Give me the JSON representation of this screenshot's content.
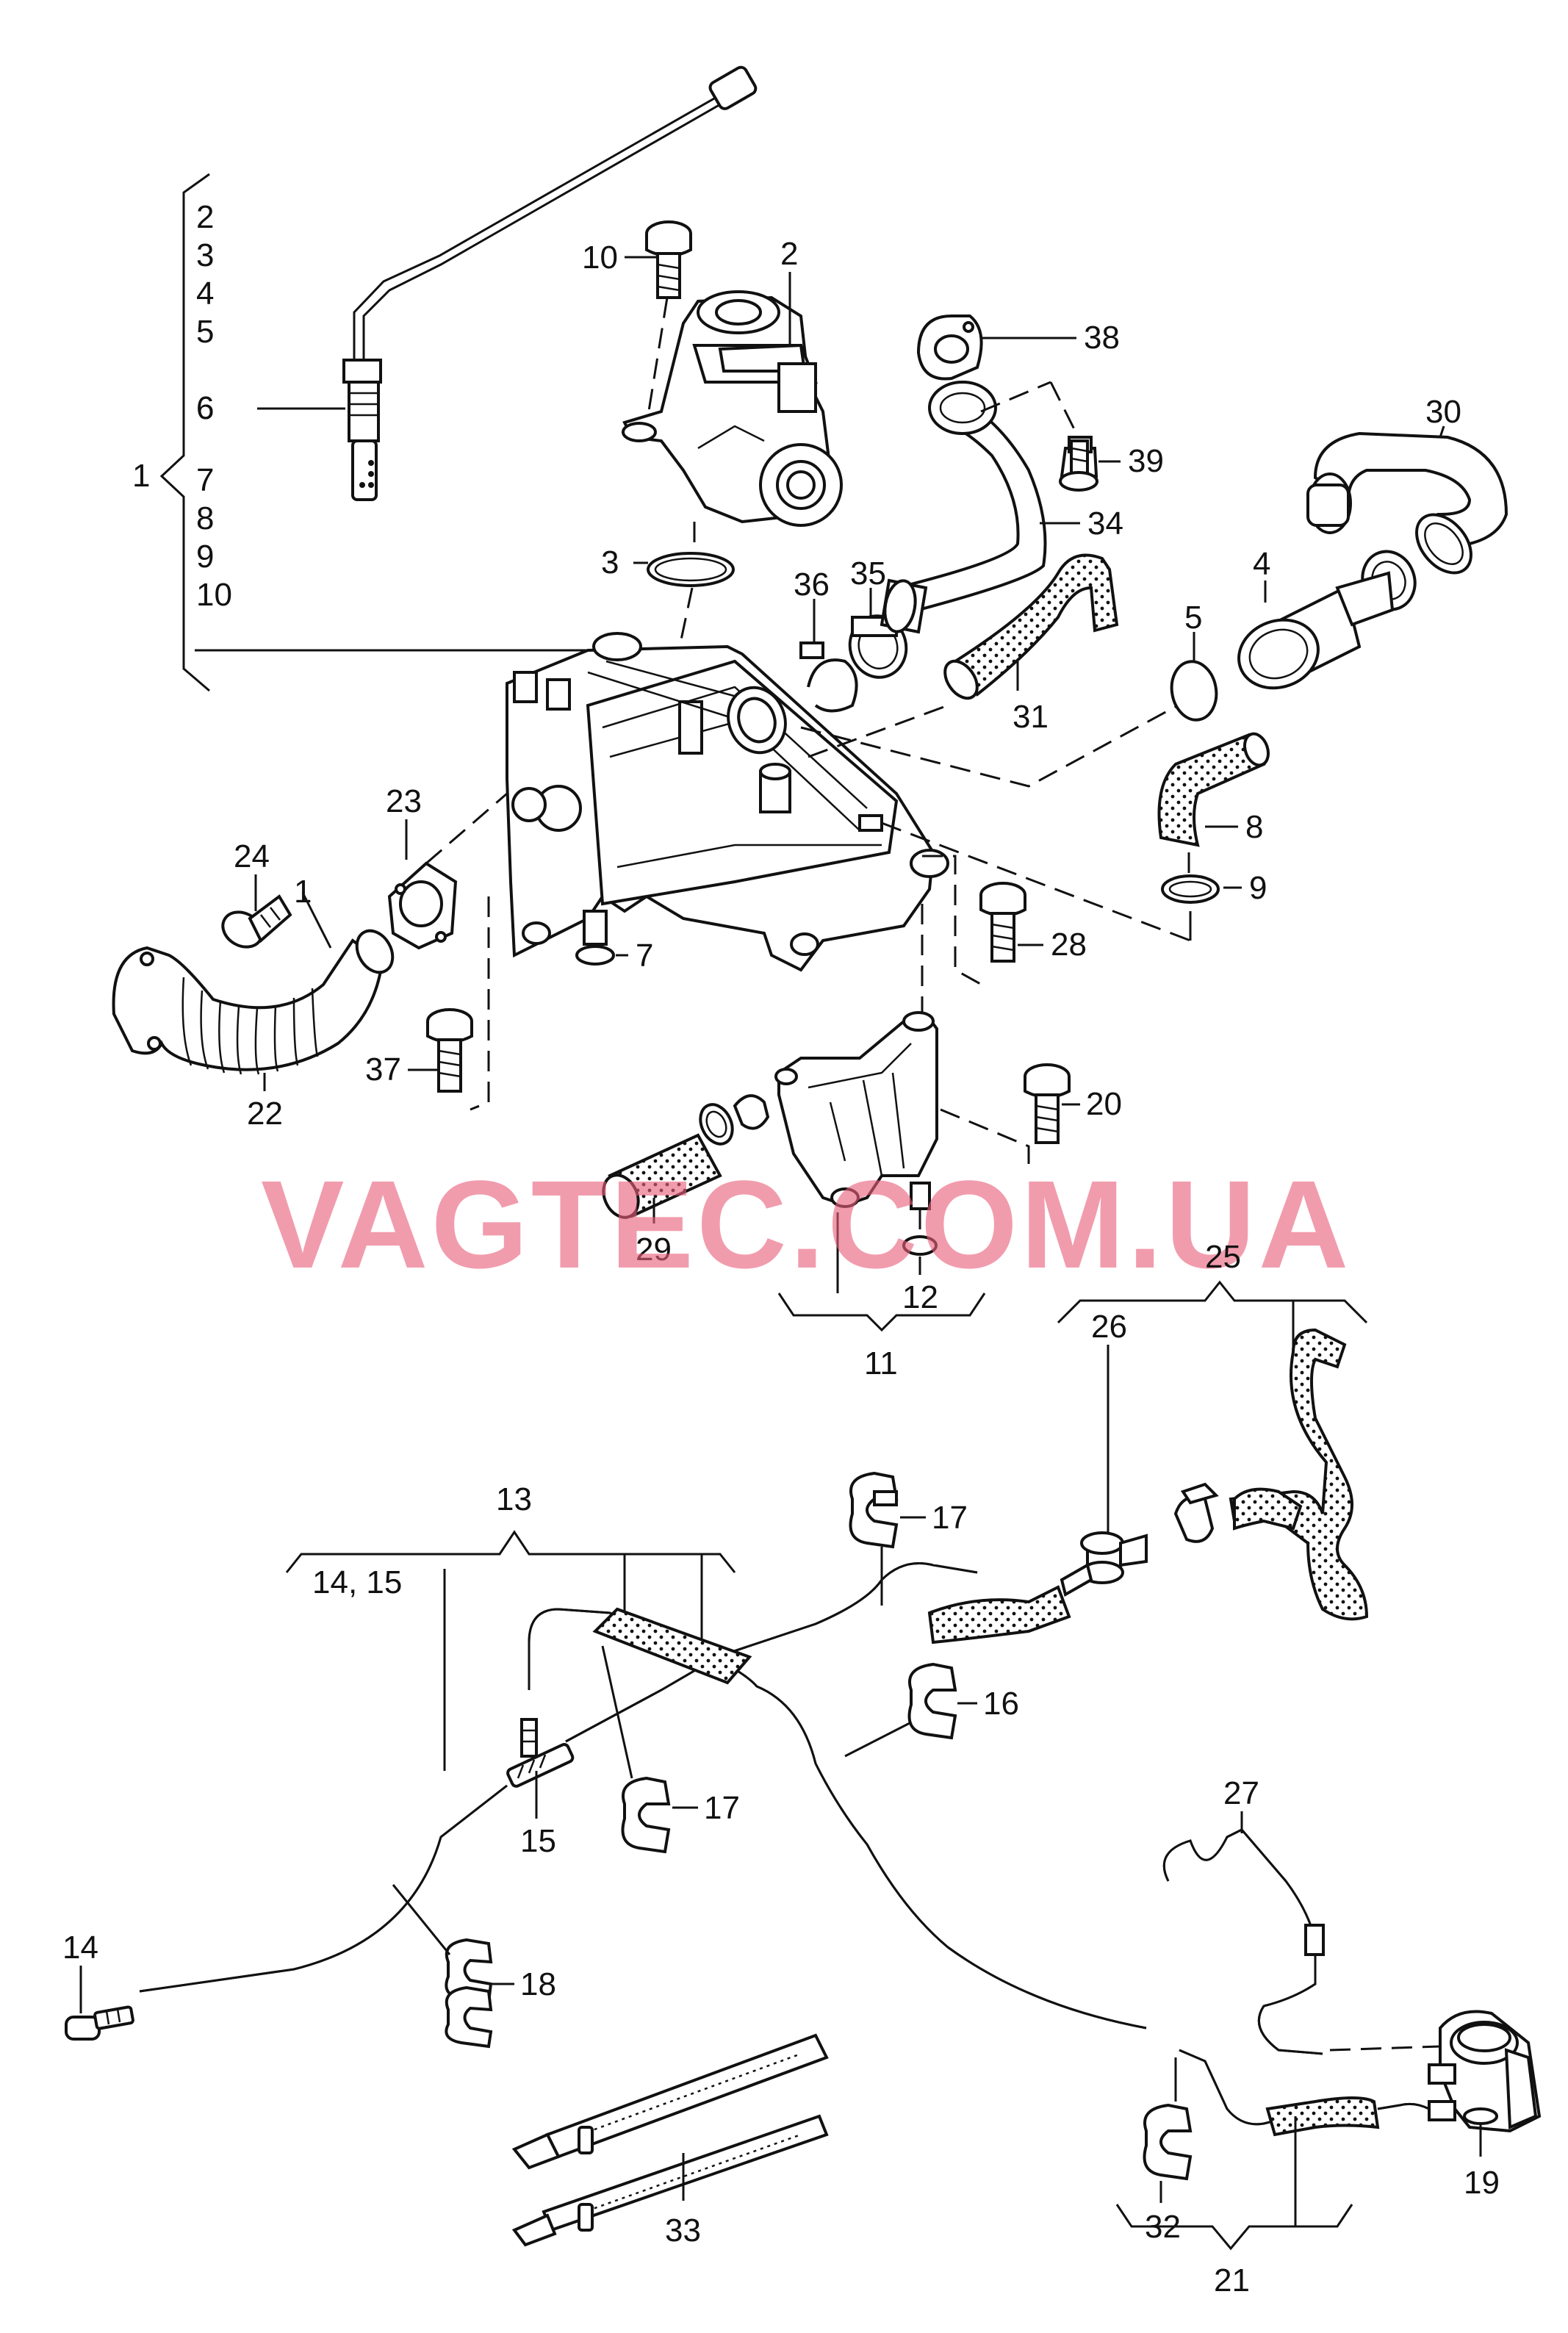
{
  "watermark": "VAGTEC.COM.UA",
  "callouts": {
    "c1": "1",
    "c2": "2",
    "c3": "3",
    "c4": "4",
    "c5": "5",
    "c6": "6",
    "c7": "7",
    "c8": "8",
    "c9": "9",
    "c10": "10",
    "c11": "11",
    "c12": "12",
    "c13": "13",
    "c14": "14",
    "c15": "15",
    "c16": "16",
    "c17": "17",
    "c18": "18",
    "c19": "19",
    "c20": "20",
    "c21": "21",
    "c22": "22",
    "c23": "23",
    "c24": "24",
    "c25": "25",
    "c26": "26",
    "c27": "27",
    "c28": "28",
    "c29": "29",
    "c30": "30",
    "c31": "31",
    "c32": "32",
    "c33": "33",
    "c34": "34",
    "c35": "35",
    "c36": "36",
    "c37": "37",
    "c38": "38",
    "c39": "39",
    "c14_15": "14, 15"
  },
  "kit_list": [
    "2",
    "3",
    "4",
    "5",
    "6",
    "7",
    "8",
    "9",
    "10"
  ]
}
